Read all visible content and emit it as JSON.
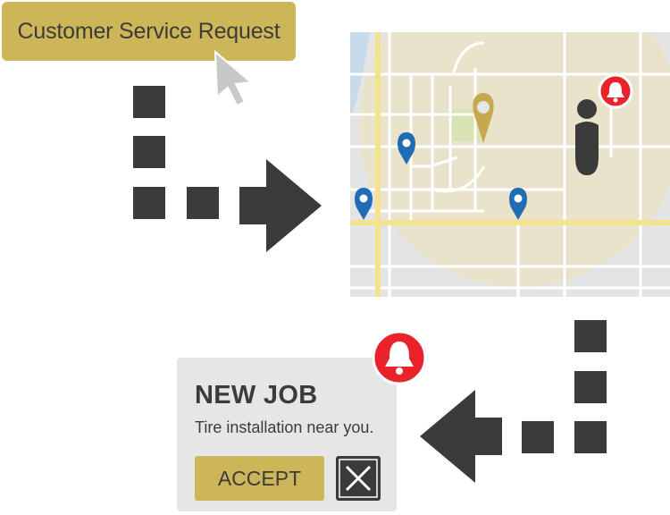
{
  "request_button": {
    "label": "Customer Service Request"
  },
  "job_card": {
    "title": "NEW JOB",
    "description": "Tire installation near you.",
    "accept_label": "ACCEPT"
  },
  "icons": {
    "cursor": "mouse-pointer-icon",
    "bell": "bell-icon",
    "close": "close-icon",
    "pin": "map-pin-icon",
    "person": "person-icon"
  },
  "colors": {
    "gold": "#cdb658",
    "dark": "#3b3b3b",
    "alert_red": "#e8232b",
    "pin_blue": "#1f6db5",
    "map_bg": "#e4e4e4",
    "coverage": "#e8e3c8",
    "park": "#d7e3b0",
    "water": "#c7daea",
    "card_bg": "#e6e6e6"
  }
}
